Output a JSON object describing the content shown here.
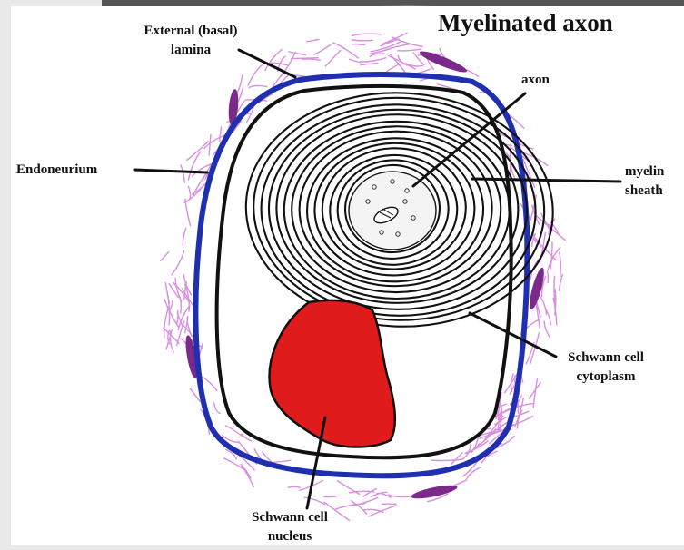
{
  "title": "Myelinated axon",
  "labels": {
    "external_lamina_line1": "External (basal)",
    "external_lamina_line2": "lamina",
    "endoneurium": "Endoneurium",
    "axon": "axon",
    "myelin_line1": "myelin",
    "myelin_line2": "sheath",
    "cytoplasm_line1": "Schwann cell",
    "cytoplasm_line2": "cytoplasm",
    "nucleus_line1": "Schwann cell",
    "nucleus_line2": "nucleus"
  },
  "colors": {
    "paper": "#ffffff",
    "page_background": "#e9e9e9",
    "endoneurium_fibers": "#d98ee0",
    "endoneurium_nuclei": "#7b2a8c",
    "basal_lamina": "#1e2fb0",
    "cell_membrane": "#111111",
    "nucleus": "#e01b1b",
    "axoplasm": "#f4f4f4"
  }
}
